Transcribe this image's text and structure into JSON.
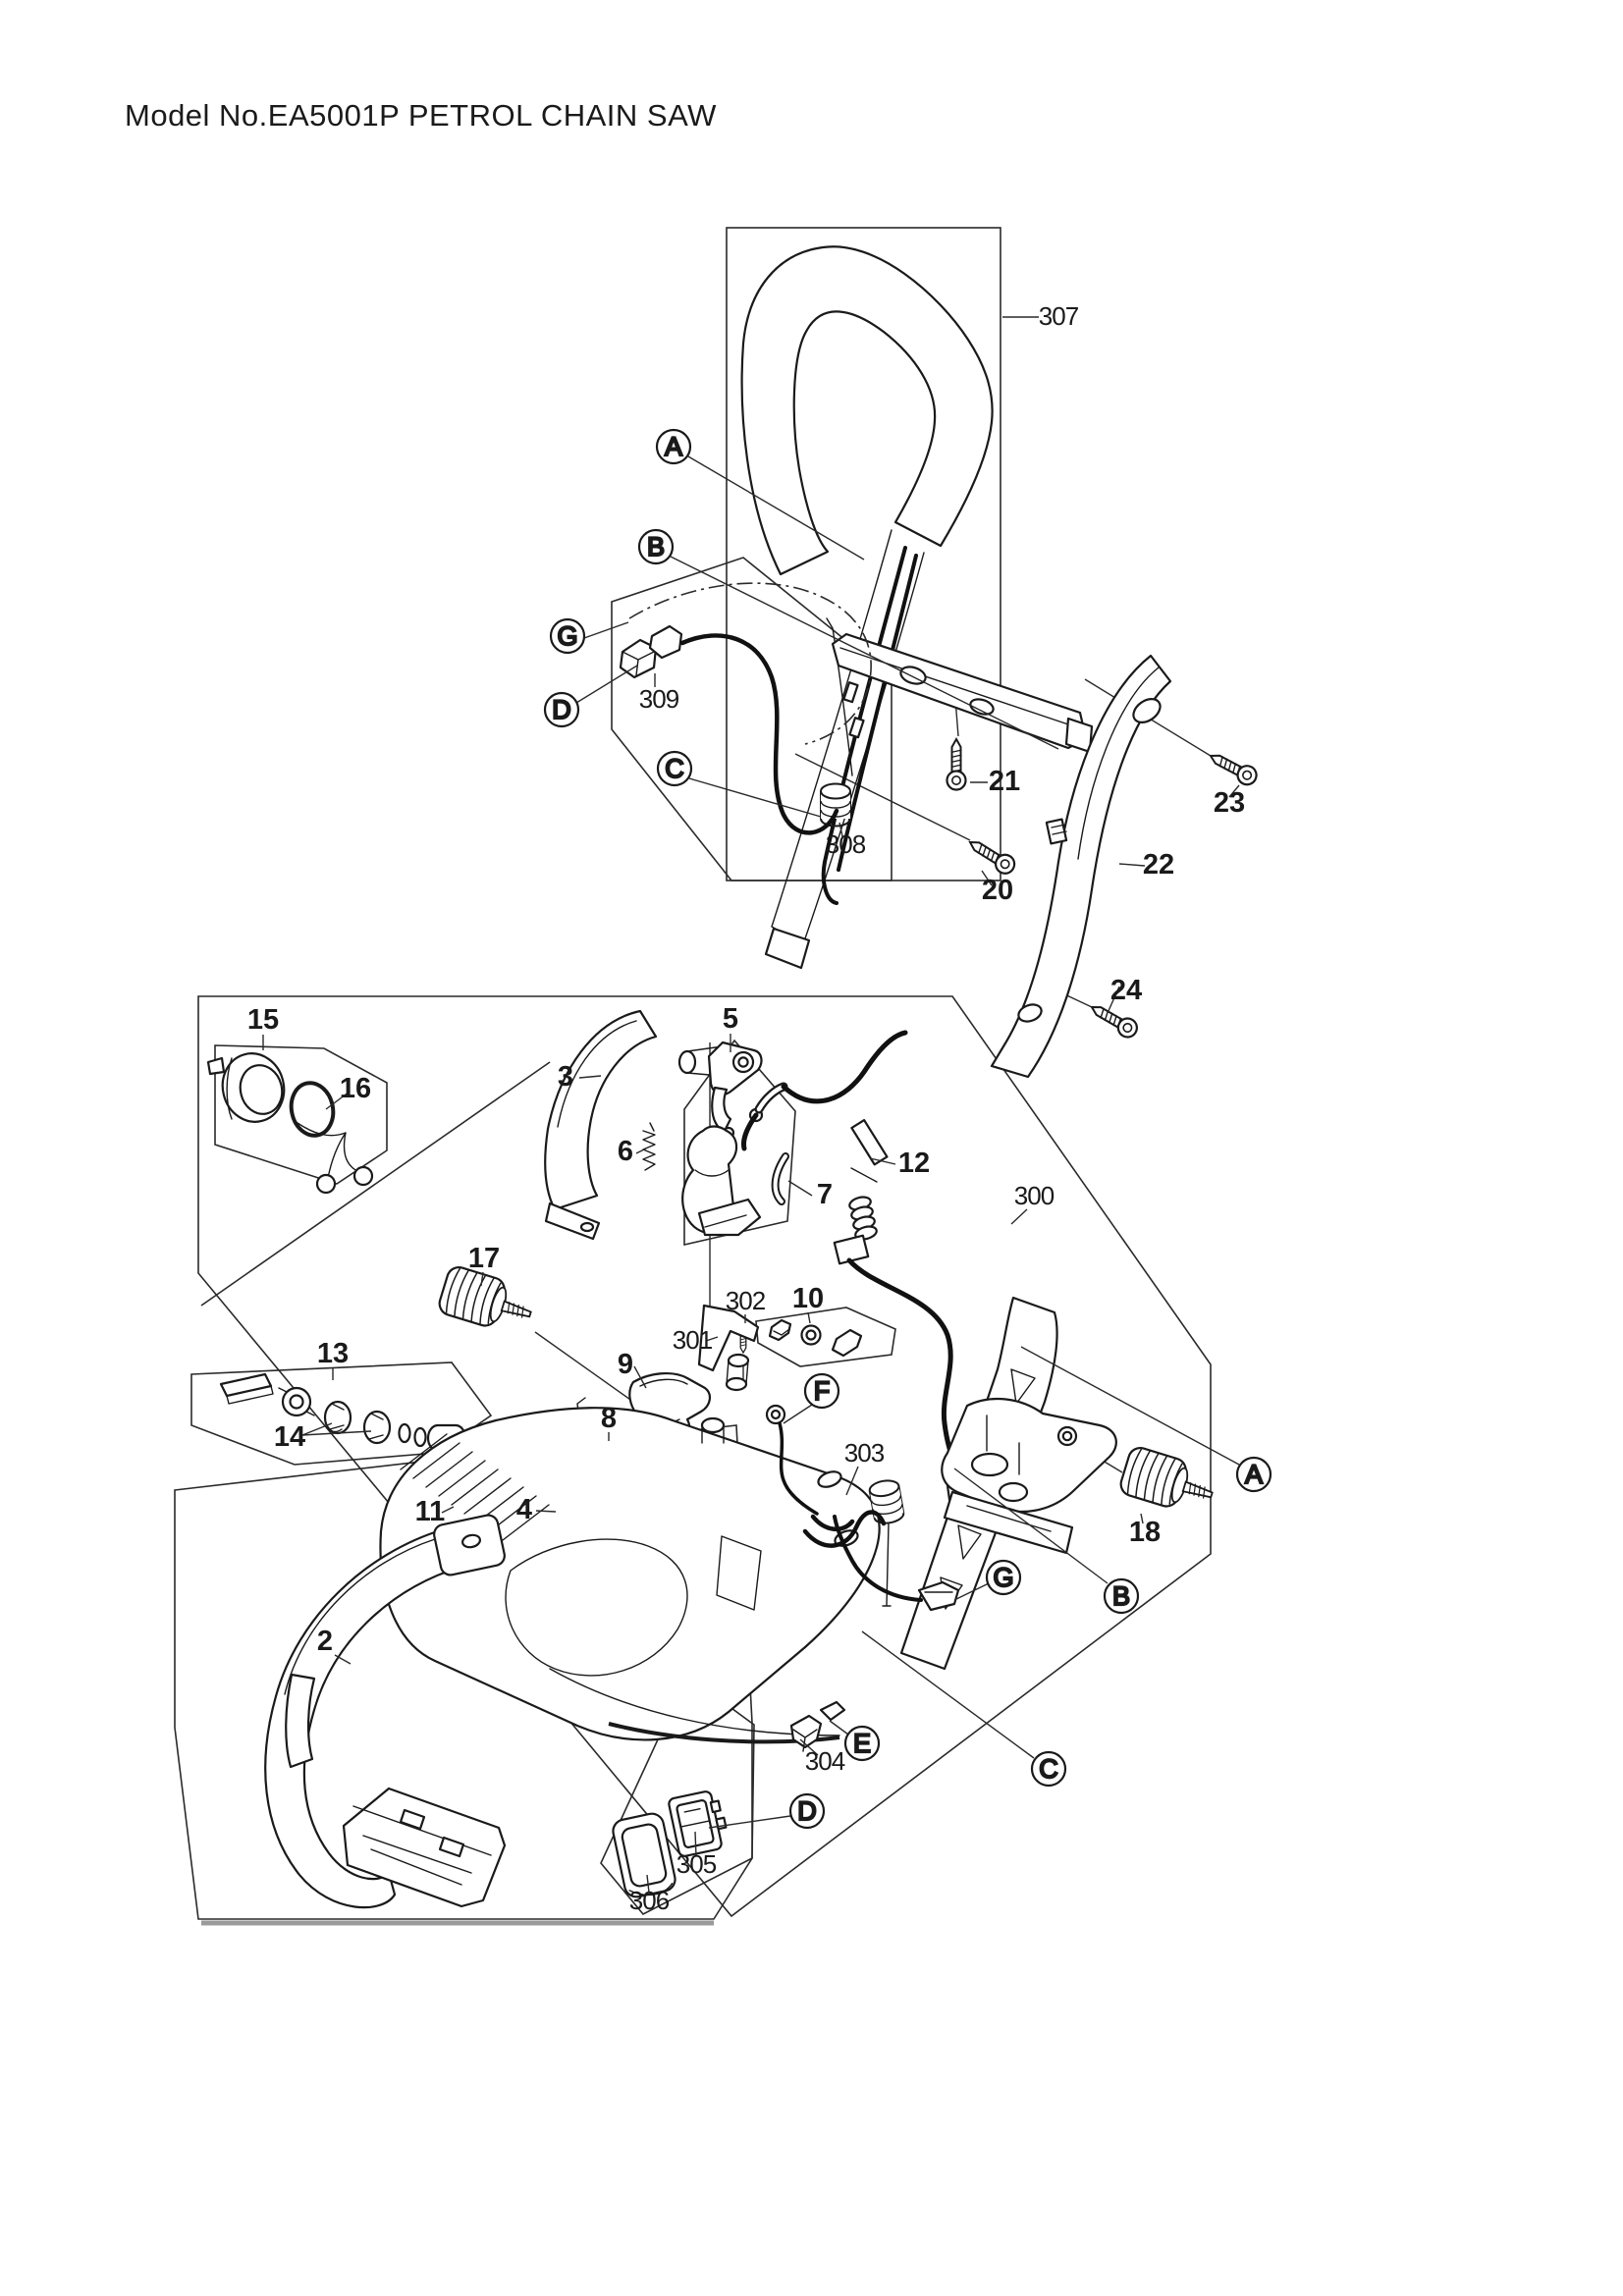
{
  "page": {
    "title": "Model No.EA5001P PETROL CHAIN SAW"
  },
  "diagram": {
    "type": "exploded-parts-diagram",
    "model_no": "EA5001P",
    "product": "PETROL CHAIN SAW",
    "callouts": {
      "A": "A",
      "B": "B",
      "C": "C",
      "D": "D",
      "E": "E",
      "F": "F",
      "G": "G"
    },
    "parts": {
      "n2": "2",
      "n3": "3",
      "n4": "4",
      "n5": "5",
      "n6": "6",
      "n7": "7",
      "n8": "8",
      "n9": "9",
      "n10": "10",
      "n11": "11",
      "n12": "12",
      "n13": "13",
      "n14": "14",
      "n15": "15",
      "n16": "16",
      "n17": "17",
      "n18": "18",
      "n20": "20",
      "n21": "21",
      "n22": "22",
      "n23": "23",
      "n24": "24"
    },
    "subparts": {
      "n300": "300",
      "n301": "301",
      "n302": "302",
      "n303": "303",
      "n304": "304",
      "n305": "305",
      "n306": "306",
      "n307": "307",
      "n308": "308",
      "n309": "309"
    }
  }
}
